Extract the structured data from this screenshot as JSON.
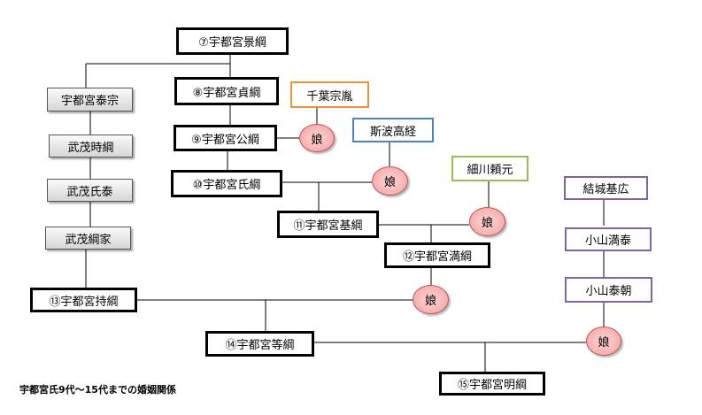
{
  "nodes": {
    "kagetsuna": "⑦宇都宮景綱",
    "yasumune": "宇都宮泰宗",
    "sadatsuna": "⑧宇都宮貞綱",
    "tokitsuna": "武茂時綱",
    "kintsuna": "⑨宇都宮公綱",
    "ujiyasu": "武茂氏泰",
    "ujitsuna": "⑩宇都宮氏綱",
    "tsunaie": "武茂綱家",
    "mototsuna": "⑪宇都宮基綱",
    "mitsutsuna": "⑫宇都宮満綱",
    "mochitsuna": "⑬宇都宮持綱",
    "hitotsuna": "⑭宇都宮等綱",
    "akitsuna": "⑮宇都宮明綱",
    "chiba": "千葉宗胤",
    "shiba": "斯波高経",
    "hosokawa": "細川頼元",
    "yuki": "結城基広",
    "oyama_mitsuyasu": "小山満泰",
    "oyama_yasutomo": "小山泰朝"
  },
  "daughters": {
    "chiba": "娘",
    "shiba": "娘",
    "hosokawa": "娘",
    "mochitsuna": "娘",
    "oyama": "娘"
  },
  "caption": "宇都宮氏9代～15代までの婚姻関係",
  "colors": {
    "orange": "#e8933e",
    "blue": "#4f81bd",
    "green": "#9bbb59",
    "purple": "#8064a2",
    "daughter_fill": "#f2a0a0"
  }
}
